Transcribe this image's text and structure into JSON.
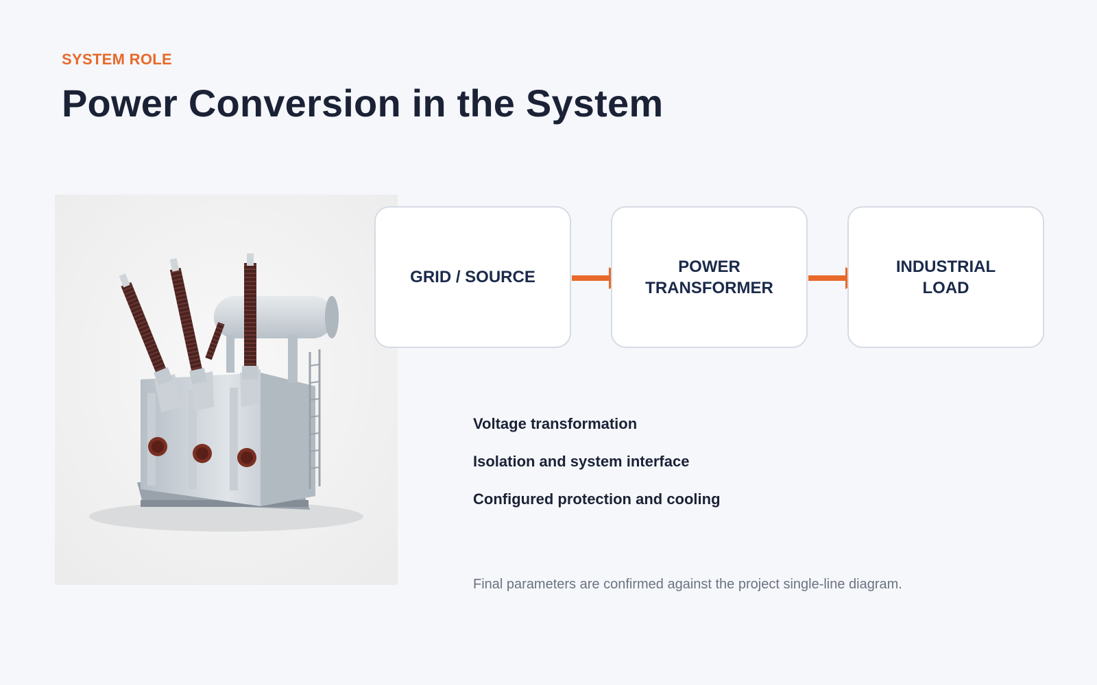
{
  "header": {
    "eyebrow": "SYSTEM ROLE",
    "title": "Power Conversion in the System"
  },
  "photo": {
    "icon": "power-transformer-image"
  },
  "flow": [
    {
      "label": "GRID / SOURCE"
    },
    {
      "label": "POWER\nTRANSFORMER"
    },
    {
      "label": "INDUSTRIAL\nLOAD"
    }
  ],
  "bullets": [
    "Voltage transformation",
    "Isolation and system interface",
    "Configured protection and cooling"
  ],
  "footnote": "Final parameters are confirmed against the project single-line diagram.",
  "colors": {
    "accent": "#e8692a",
    "title": "#1b2236",
    "box_text": "#1b2a4a",
    "box_border": "#d6dbe3",
    "muted": "#6b7280",
    "background": "#f5f7fa"
  }
}
